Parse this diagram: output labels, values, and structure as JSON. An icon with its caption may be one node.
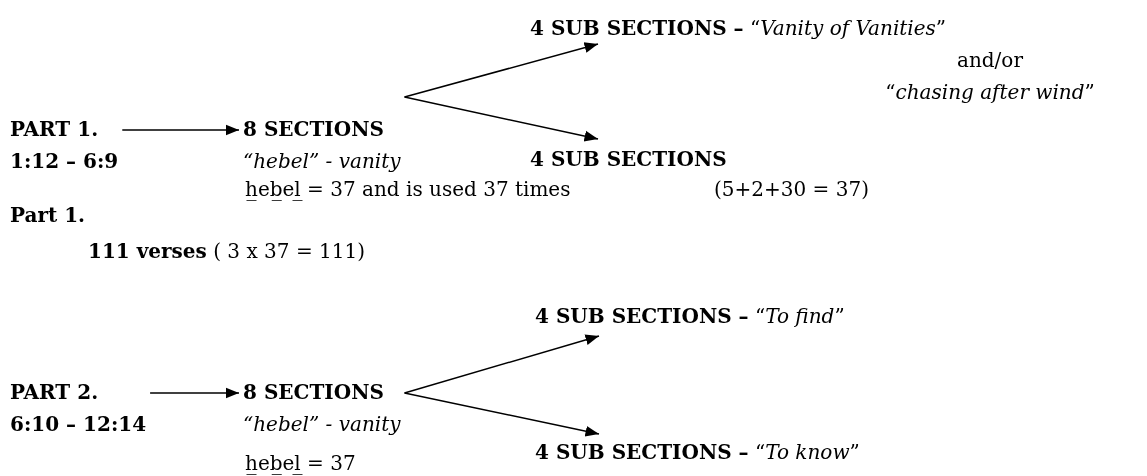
{
  "diagram": {
    "nodes": [
      {
        "text": [
          "PART 1.",
          "1:12 – 6:9"
        ]
      },
      {
        "text": [
          "8 SECTIONS",
          "“hebel” - vanity"
        ]
      },
      {
        "text": [
          "**4 SUB SECTIONS –** “*Vanity of Vanities*”",
          "and/or",
          "“*chasing after wind*”"
        ]
      },
      {
        "text": [
          "4 SUB SECTIONS"
        ]
      },
      {
        "text": [
          "PART 2.",
          "6:10 – 12:14"
        ]
      },
      {
        "text": [
          "8 SECTIONS",
          "“hebel” - vanity"
        ]
      },
      {
        "text": [
          "**4 SUB SECTIONS –** “*To find*”"
        ]
      },
      {
        "text": [
          "**4 SUB SECTIONS –** “*To know*”"
        ]
      }
    ],
    "edges": [
      {
        "from": 0,
        "to": 1,
        "arrow": "to"
      },
      {
        "from": 1,
        "to": 2,
        "arrow": "to"
      },
      {
        "from": 1,
        "to": 3,
        "arrow": "to"
      },
      {
        "from": 4,
        "to": 5,
        "arrow": "to"
      },
      {
        "from": 5,
        "to": 6,
        "arrow": "to"
      },
      {
        "from": 5,
        "to": 7,
        "arrow": "to"
      }
    ],
    "labels": [
      "h̲eb̲el̲ = 37 and is used 37 times",
      "(5+2+30 = 37)",
      "Part 1.",
      "**111 verses** ( 3 x 37 = 111)",
      "h̲eb̲el̲ = 37"
    ]
  }
}
